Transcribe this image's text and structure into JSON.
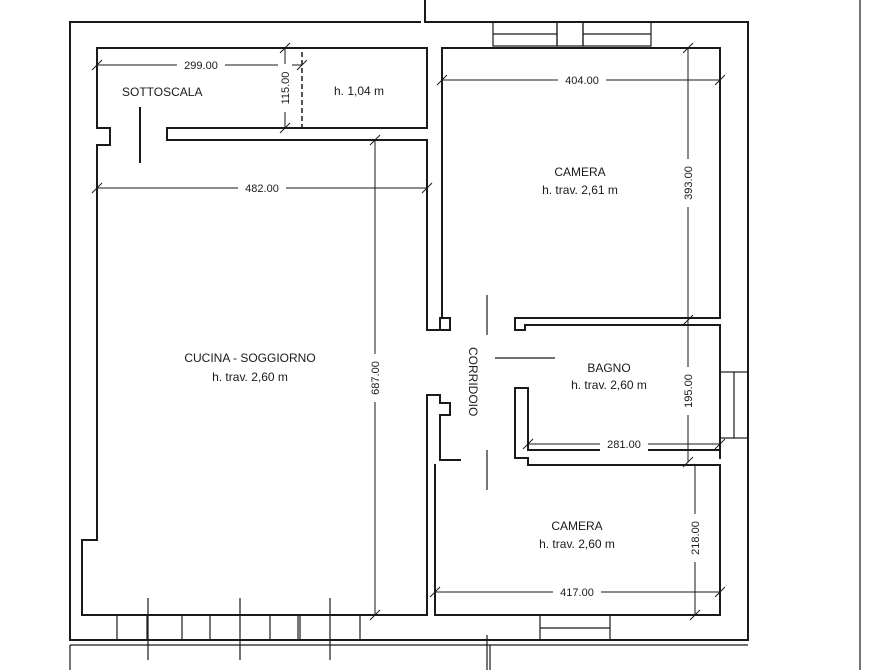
{
  "rooms": {
    "sottoscala": {
      "name": "SOTTOSCALA",
      "height": "h. 1,04 m"
    },
    "cucina_soggiorno": {
      "name": "CUCINA - SOGGIORNO",
      "height": "h. trav. 2,60 m"
    },
    "camera_1": {
      "name": "CAMERA",
      "height": "h. trav. 2,61 m"
    },
    "bagno": {
      "name": "BAGNO",
      "height": "h. trav. 2,60 m"
    },
    "camera_2": {
      "name": "CAMERA",
      "height": "h. trav. 2,60 m"
    },
    "corridoio": {
      "name": "CORRIDOIO"
    }
  },
  "dimensions": {
    "sottoscala_width": "299.00",
    "sottoscala_depth": "115.00",
    "cucina_width": "482.00",
    "cucina_depth": "687.00",
    "camera_1_width": "404.00",
    "camera_1_depth": "393.00",
    "bagno_width": "281.00",
    "bagno_depth": "195.00",
    "camera_2_width": "417.00",
    "camera_2_depth": "218.00"
  }
}
